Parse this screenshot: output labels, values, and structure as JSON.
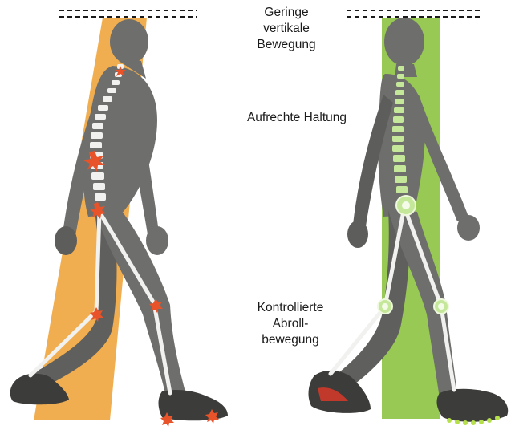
{
  "labels": {
    "vertical_motion": [
      "Geringe",
      "vertikale",
      "Bewegung"
    ],
    "posture": "Aufrechte Haltung",
    "rolling_motion": [
      "Kontrollierte",
      "Abroll-",
      "bewegung"
    ]
  },
  "colors": {
    "bad_column": "#efa53d",
    "good_column": "#8fc447",
    "figure": "#6e6e6c",
    "figure_shade": "#545452",
    "bone": "#f1f2f0",
    "pain_star": "#e8532a",
    "good_joint": "#c5e79a",
    "shoe": "#3c3c3a"
  },
  "icons": {
    "pain_marker": "starburst-icon",
    "joint_marker": "ring-icon"
  }
}
